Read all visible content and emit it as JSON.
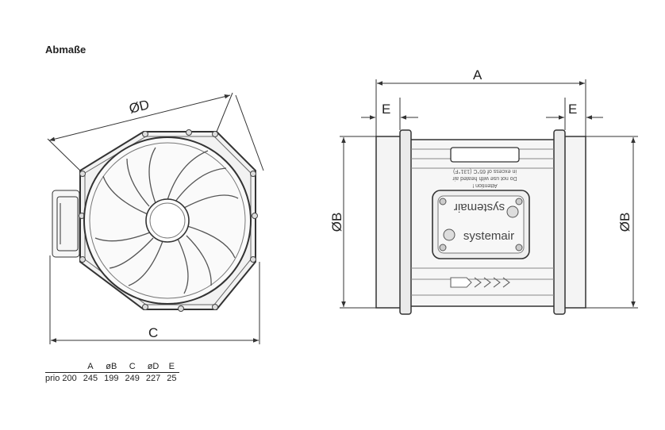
{
  "heading": "Abmaße",
  "labels": {
    "A": "A",
    "E_left": "E",
    "E_right": "E",
    "B_left": "ØB",
    "B_right": "ØB",
    "C": "C",
    "D": "ØD"
  },
  "product": {
    "brand": "systemair",
    "brand_mirrored": "systemair",
    "warning": [
      "Attention !",
      "Do not use with heated air",
      "in excess of 65°C (131°F)"
    ]
  },
  "table": {
    "headers": [
      "",
      "A",
      "øB",
      "C",
      "øD",
      "E"
    ],
    "rows": [
      [
        "prio 200",
        "245",
        "199",
        "249",
        "227",
        "25"
      ]
    ]
  }
}
